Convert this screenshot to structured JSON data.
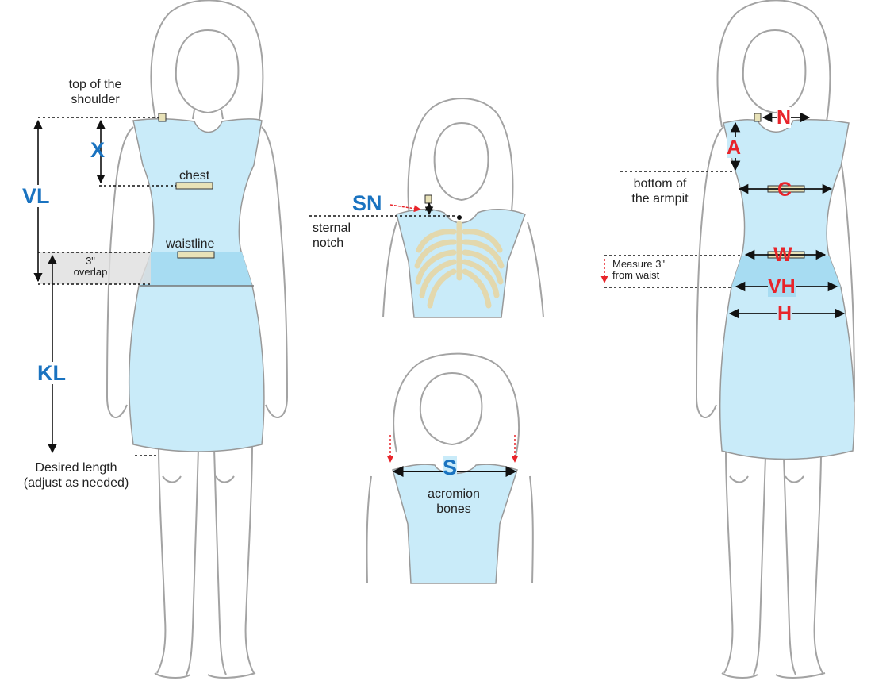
{
  "colors": {
    "garment": "#c9ebf9",
    "garment_dark": "#a7dcf2",
    "outline": "#9a9a9a",
    "label_blue": "#1a73c0",
    "label_red": "#e8242a",
    "bone": "#eee3bf",
    "tape": "#e8e2b8",
    "overlap_band": "#dedede"
  },
  "figure1": {
    "top_of_shoulder": [
      "top of the",
      "shoulder"
    ],
    "x_label": "X",
    "vl_label": "VL",
    "kl_label": "KL",
    "chest_label": "chest",
    "waistline_label": "waistline",
    "overlap_label": [
      "3\"",
      "overlap"
    ],
    "desired_length": [
      "Desired length",
      "(adjust as needed)"
    ]
  },
  "figure2": {
    "sn_label": "SN",
    "sternal_notch": [
      "sternal",
      "notch"
    ]
  },
  "figure3": {
    "s_label": "S",
    "acromion": [
      "acromion",
      "bones"
    ]
  },
  "figure4": {
    "n_label": "N",
    "a_label": "A",
    "c_label": "C",
    "w_label": "W",
    "vh_label": "VH",
    "h_label": "H",
    "bottom_armpit": [
      "bottom of",
      "the armpit"
    ],
    "measure_waist": [
      "Measure 3\"",
      "from waist"
    ]
  }
}
